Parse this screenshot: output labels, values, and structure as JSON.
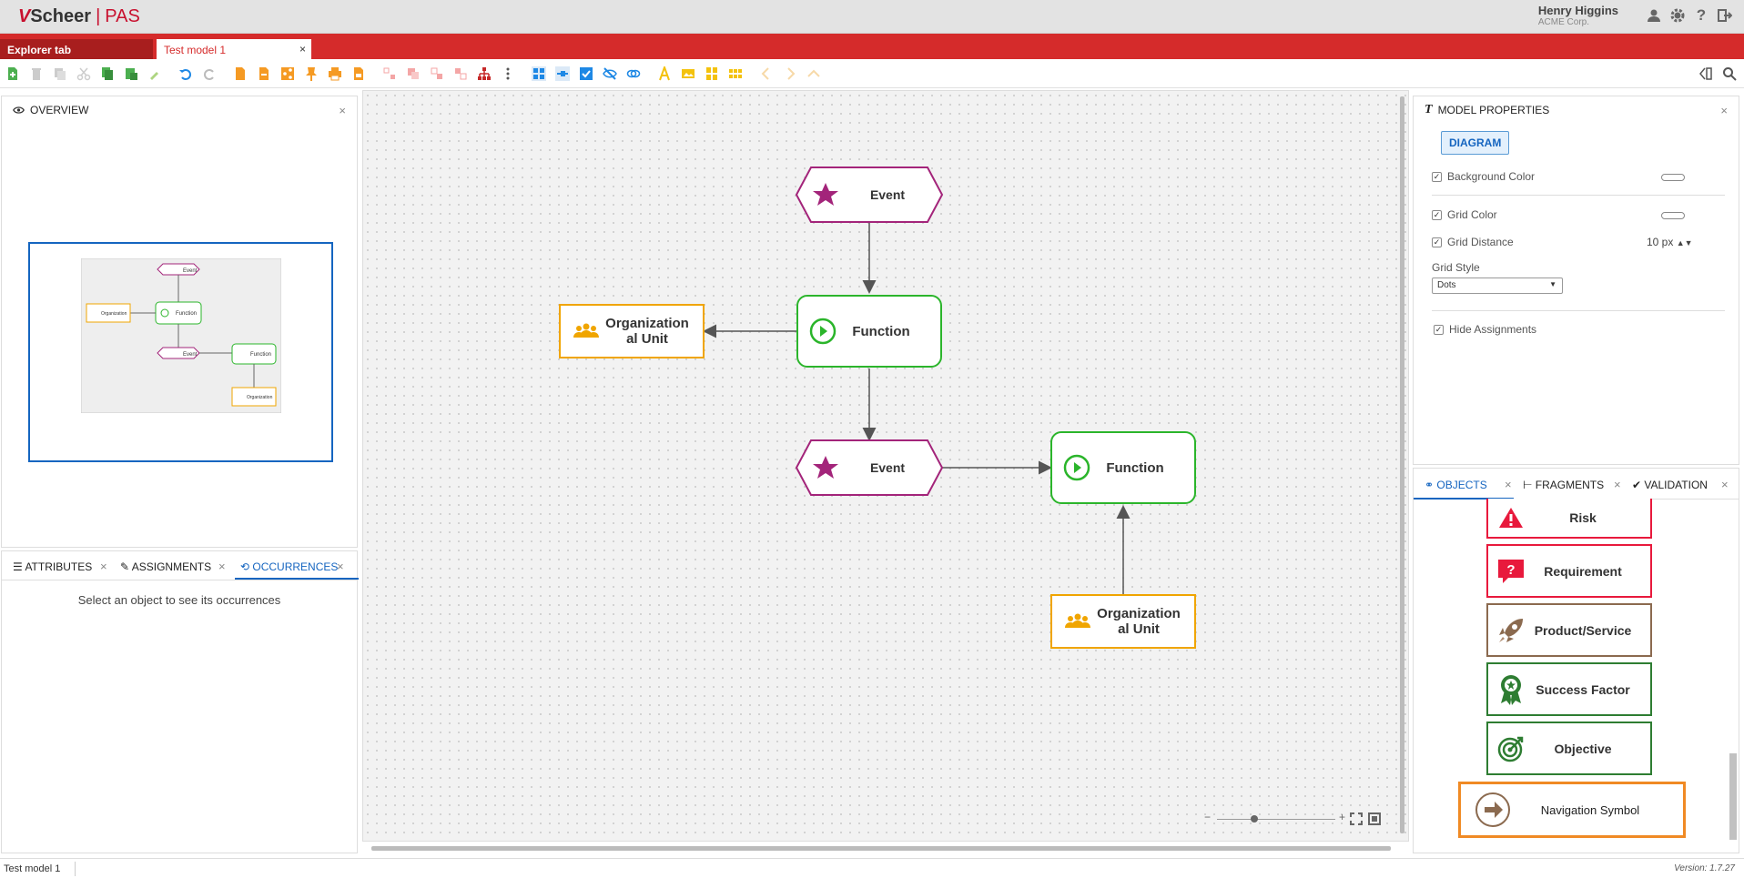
{
  "app": {
    "logo_brand": "Scheer",
    "logo_product": "PAS",
    "user_name": "Henry Higgins",
    "user_company": "ACME Corp."
  },
  "tabs": {
    "explorer": "Explorer tab",
    "active": "Test model 1",
    "close": "×"
  },
  "overview": {
    "title": "OVERVIEW",
    "close": "×"
  },
  "bottom_left": {
    "tabs": [
      "ATTRIBUTES",
      "ASSIGNMENTS",
      "OCCURRENCES"
    ],
    "active_tab": "OCCURRENCES",
    "message": "Select an object to see its occurrences"
  },
  "diagram": {
    "event1": "Event",
    "function1": "Function",
    "org1": "Organization\nal Unit",
    "event2": "Event",
    "function2": "Function",
    "org2": "Organization\nal Unit",
    "mini_event": "Event",
    "mini_function": "Function",
    "mini_org": "Organization al Unit"
  },
  "model_properties": {
    "title": "MODEL PROPERTIES",
    "tab": "DIAGRAM",
    "background_color_label": "Background Color",
    "background_color_checked": true,
    "grid_color_label": "Grid Color",
    "grid_color_checked": true,
    "grid_distance_label": "Grid Distance",
    "grid_distance_value": "10 px",
    "grid_distance_checked": true,
    "grid_style_label": "Grid Style",
    "grid_style_value": "Dots",
    "hide_assignments_label": "Hide Assignments",
    "hide_assignments_checked": true
  },
  "objects_panel": {
    "tabs": [
      "OBJECTS",
      "FRAGMENTS",
      "VALIDATION"
    ],
    "active_tab": "OBJECTS",
    "items": [
      {
        "label": "Risk",
        "color": "#e8193c",
        "icon": "warning-icon"
      },
      {
        "label": "Requirement",
        "color": "#e8193c",
        "icon": "question-bubble-icon"
      },
      {
        "label": "Product/Service",
        "color": "#8b6a4f",
        "icon": "rocket-icon"
      },
      {
        "label": "Success Factor",
        "color": "#2e7d32",
        "icon": "award-icon"
      },
      {
        "label": "Objective",
        "color": "#2e7d32",
        "icon": "target-icon"
      }
    ],
    "highlighted": {
      "label": "Navigation Symbol",
      "icon": "arrow-circle-icon",
      "color": "#f08a24"
    }
  },
  "zoom": {
    "minus": "−",
    "plus": "+"
  },
  "status": {
    "model_name": "Test model 1",
    "version": "Version: 1.7.27"
  },
  "colors": {
    "brand_red": "#d52b2b",
    "event": "#a3247a",
    "function": "#2bb52b",
    "org": "#f0a500",
    "selection_blue": "#1565c0"
  }
}
